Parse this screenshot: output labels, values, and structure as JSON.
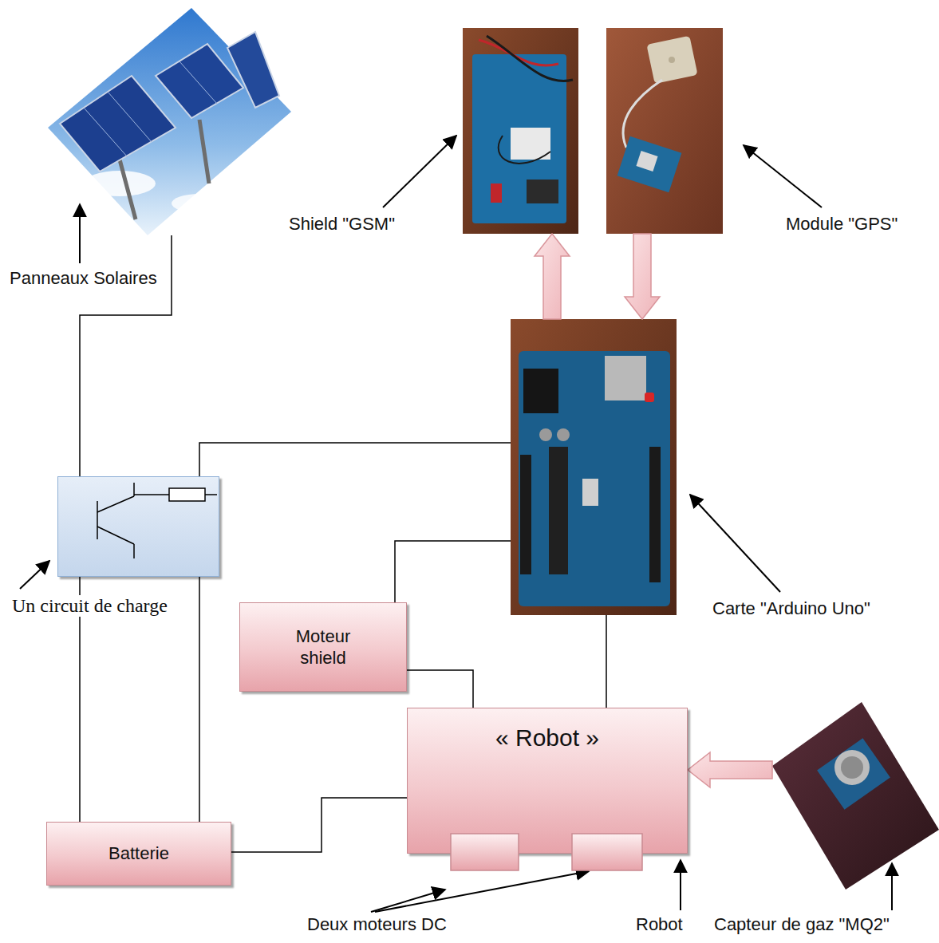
{
  "diagram": {
    "nodes": [
      {
        "text": [
          "Panneaux Solaires"
        ]
      },
      {
        "text": [
          "Shield \"GSM\""
        ]
      },
      {
        "text": [
          "Module \"GPS\""
        ]
      },
      {
        "text": [
          "Carte \"Arduino Uno\""
        ]
      },
      {
        "text": [
          "Un circuit de charge"
        ]
      },
      {
        "text": [
          "Moteur shield"
        ]
      },
      {
        "text": [
          "« Robot »"
        ]
      },
      {
        "text": [
          "Capteur de gaz \"MQ2\""
        ]
      },
      {
        "text": [
          "Batterie"
        ]
      }
    ],
    "edges": [
      {
        "from": 0,
        "to": 4,
        "arrow": "none"
      },
      {
        "from": 4,
        "to": 3,
        "arrow": "none"
      },
      {
        "from": 3,
        "to": 1,
        "arrow": "to"
      },
      {
        "from": 2,
        "to": 3,
        "arrow": "to"
      },
      {
        "from": 3,
        "to": 5,
        "arrow": "none"
      },
      {
        "from": 5,
        "to": 6,
        "arrow": "none"
      },
      {
        "from": 3,
        "to": 6,
        "arrow": "none"
      },
      {
        "from": 7,
        "to": 6,
        "arrow": "to"
      },
      {
        "from": 4,
        "to": 8,
        "arrow": "none"
      },
      {
        "from": 4,
        "to": 8,
        "arrow": "none"
      },
      {
        "from": 8,
        "to": 6,
        "arrow": "none"
      }
    ],
    "labels": [
      "Deux moteurs DC",
      "Robot"
    ]
  }
}
